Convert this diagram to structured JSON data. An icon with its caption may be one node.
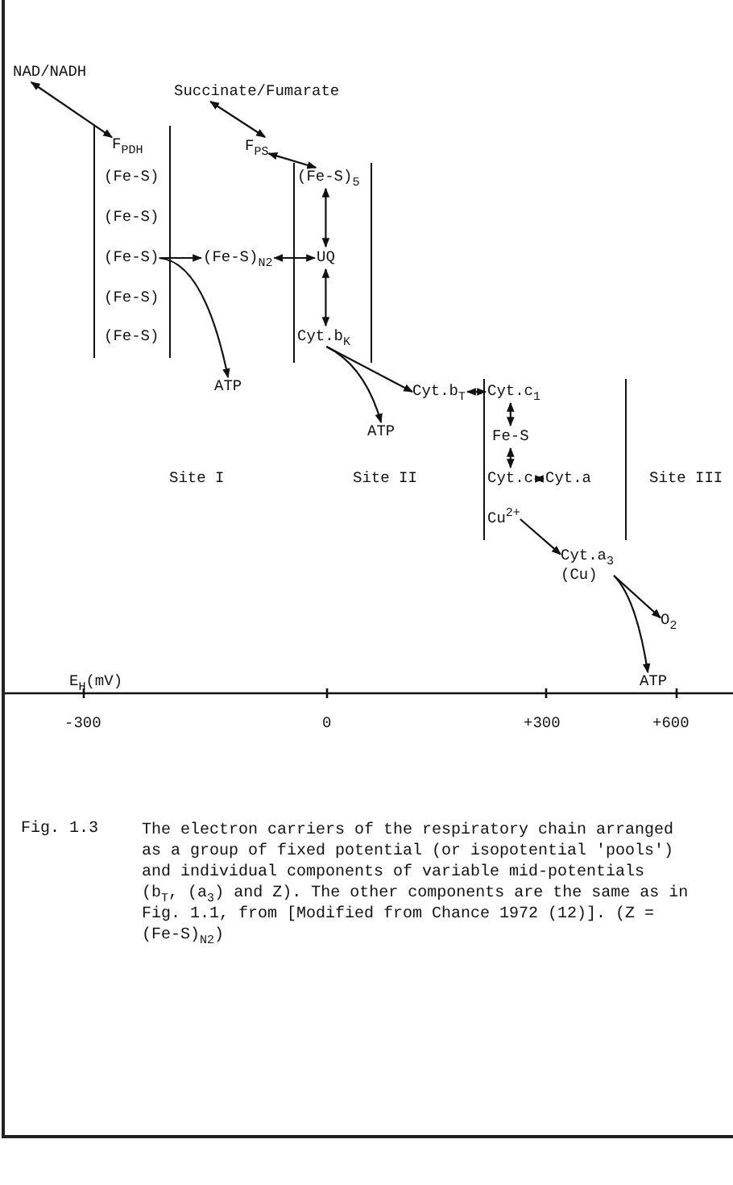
{
  "diagram": {
    "caption": "The electron carriers of the respiratory chain arranged as a group of fixed potential (or isopotential 'pools') and individual components of variable mid-potentials (b$_{T}$, (a$_{3}$) and Z). The other components are the same as in Fig. 1.1, from [Modified from Chance 1972 (12)]. (Z = (Fe-S)$_{N2}$)",
    "nodes": [
      {
        "text": [
          "NAD/NADH"
        ]
      },
      {
        "text": [
          "Succinate/Fumarate"
        ]
      },
      {
        "text": [],
        "shape": "box"
      },
      {
        "text": [
          "F$_{PDH}$"
        ],
        "in": 2
      },
      {
        "text": [
          "(Fe-S)"
        ],
        "in": 2
      },
      {
        "text": [
          "(Fe-S)"
        ],
        "in": 2
      },
      {
        "text": [
          "(Fe-S)"
        ],
        "in": 2
      },
      {
        "text": [
          "(Fe-S)"
        ],
        "in": 2
      },
      {
        "text": [
          "(Fe-S)"
        ],
        "in": 2
      },
      {
        "text": [
          "F$_{PS}$"
        ]
      },
      {
        "text": [
          "(Fe-S)$_{N2}$"
        ]
      },
      {
        "text": [],
        "shape": "box"
      },
      {
        "text": [
          "(Fe-S)$_{5}$"
        ],
        "in": 11
      },
      {
        "text": [
          "UQ"
        ],
        "in": 11
      },
      {
        "text": [
          "Cyt.b$_{K}$"
        ],
        "in": 11
      },
      {
        "text": [
          "ATP"
        ]
      },
      {
        "text": [
          "Cyt.b$_{T}$"
        ]
      },
      {
        "text": [
          "ATP"
        ]
      },
      {
        "text": [],
        "shape": "box"
      },
      {
        "text": [
          "Cyt.c$_{1}$"
        ],
        "in": 18
      },
      {
        "text": [
          "Fe-S"
        ],
        "in": 18
      },
      {
        "text": [
          "Cyt.c"
        ],
        "in": 18
      },
      {
        "text": [
          "Cyt.a"
        ],
        "in": 18
      },
      {
        "text": [
          "Cu$^{2+}$"
        ],
        "in": 18
      },
      {
        "text": [
          "Cyt.a$_{3}$",
          "(Cu)"
        ]
      },
      {
        "text": [
          "O$_{2}$"
        ]
      },
      {
        "text": [
          "ATP"
        ]
      }
    ],
    "edges": [
      {
        "from": 0,
        "to": 3,
        "arrow": "both"
      },
      {
        "from": 1,
        "to": 9,
        "arrow": "both"
      },
      {
        "from": 9,
        "to": 12,
        "arrow": "both"
      },
      {
        "from": 6,
        "to": 10,
        "arrow": "to"
      },
      {
        "from": 6,
        "to": 15,
        "arrow": "to"
      },
      {
        "from": 10,
        "to": 13,
        "arrow": "both"
      },
      {
        "from": 12,
        "to": 13,
        "arrow": "both"
      },
      {
        "from": 13,
        "to": 14,
        "arrow": "both"
      },
      {
        "from": 14,
        "to": 16,
        "arrow": "to"
      },
      {
        "from": 14,
        "to": 17,
        "arrow": "to"
      },
      {
        "from": 16,
        "to": 19,
        "arrow": "both"
      },
      {
        "from": 19,
        "to": 20,
        "arrow": "both"
      },
      {
        "from": 20,
        "to": 21,
        "arrow": "both"
      },
      {
        "from": 21,
        "to": 22,
        "arrow": "both"
      },
      {
        "from": 23,
        "to": 24,
        "arrow": "to"
      },
      {
        "from": 24,
        "to": 25,
        "arrow": "to"
      },
      {
        "from": 24,
        "to": 26,
        "arrow": "to"
      }
    ],
    "labels": [
      "Site I",
      "Site II",
      "Site III",
      "E$_{H}$(mV)",
      "-300",
      "0",
      "+300",
      "+600",
      "Fig. 1.3"
    ]
  }
}
